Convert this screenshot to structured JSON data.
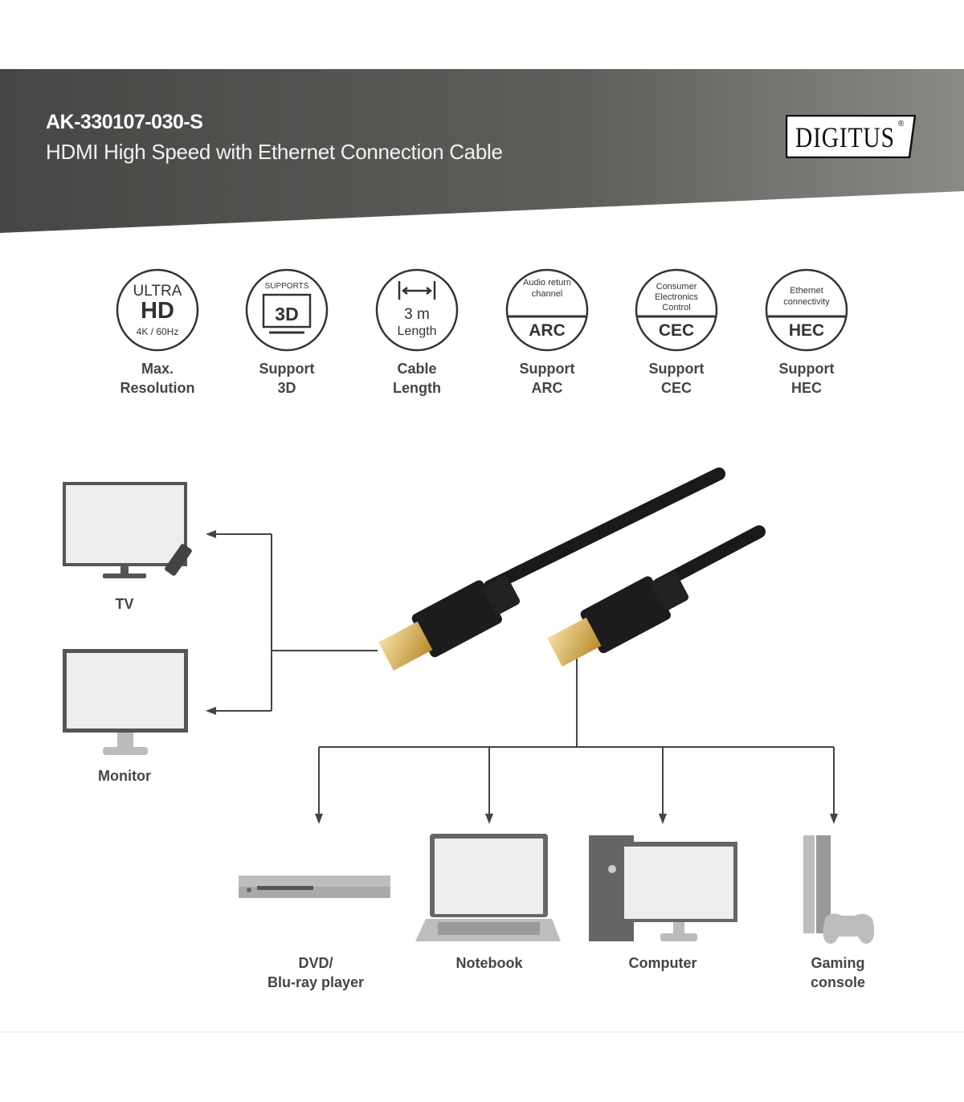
{
  "header": {
    "product_code": "AK-330107-030-S",
    "product_name": "HDMI High Speed with Ethernet Connection Cable",
    "brand_logo": "DIGITUS",
    "brand_reg": "®"
  },
  "features": [
    {
      "icon": "ultra-hd-icon",
      "top": "ULTRA",
      "mid": "HD",
      "bottom": "4K / 60Hz",
      "label1": "Max.",
      "label2": "Resolution"
    },
    {
      "icon": "3d-tv-icon",
      "top": "SUPPORTS",
      "mid": "3D",
      "label1": "Support",
      "label2": "3D"
    },
    {
      "icon": "length-icon",
      "mid": "3 m",
      "bottom": "Length",
      "label1": "Cable",
      "label2": "Length"
    },
    {
      "icon": "arc-icon",
      "top": "Audio return channel",
      "mid": "ARC",
      "label1": "Support",
      "label2": "ARC"
    },
    {
      "icon": "cec-icon",
      "top": "Consumer Electronics Control",
      "mid": "CEC",
      "label1": "Support",
      "label2": "CEC"
    },
    {
      "icon": "hec-icon",
      "top": "Ethernet connectivity",
      "mid": "HEC",
      "label1": "Support",
      "label2": "HEC"
    }
  ],
  "devices": {
    "tv": "TV",
    "monitor": "Monitor",
    "dvd_line1": "DVD/",
    "dvd_line2": "Blu-ray player",
    "notebook": "Notebook",
    "computer": "Computer",
    "gaming_line1": "Gaming",
    "gaming_line2": "console"
  },
  "colors": {
    "band_dark": "#4a4946",
    "band_light": "#7d7c78",
    "text": "#454545",
    "device_grey": "#bdbdbd",
    "device_dark": "#5a5a5a"
  }
}
